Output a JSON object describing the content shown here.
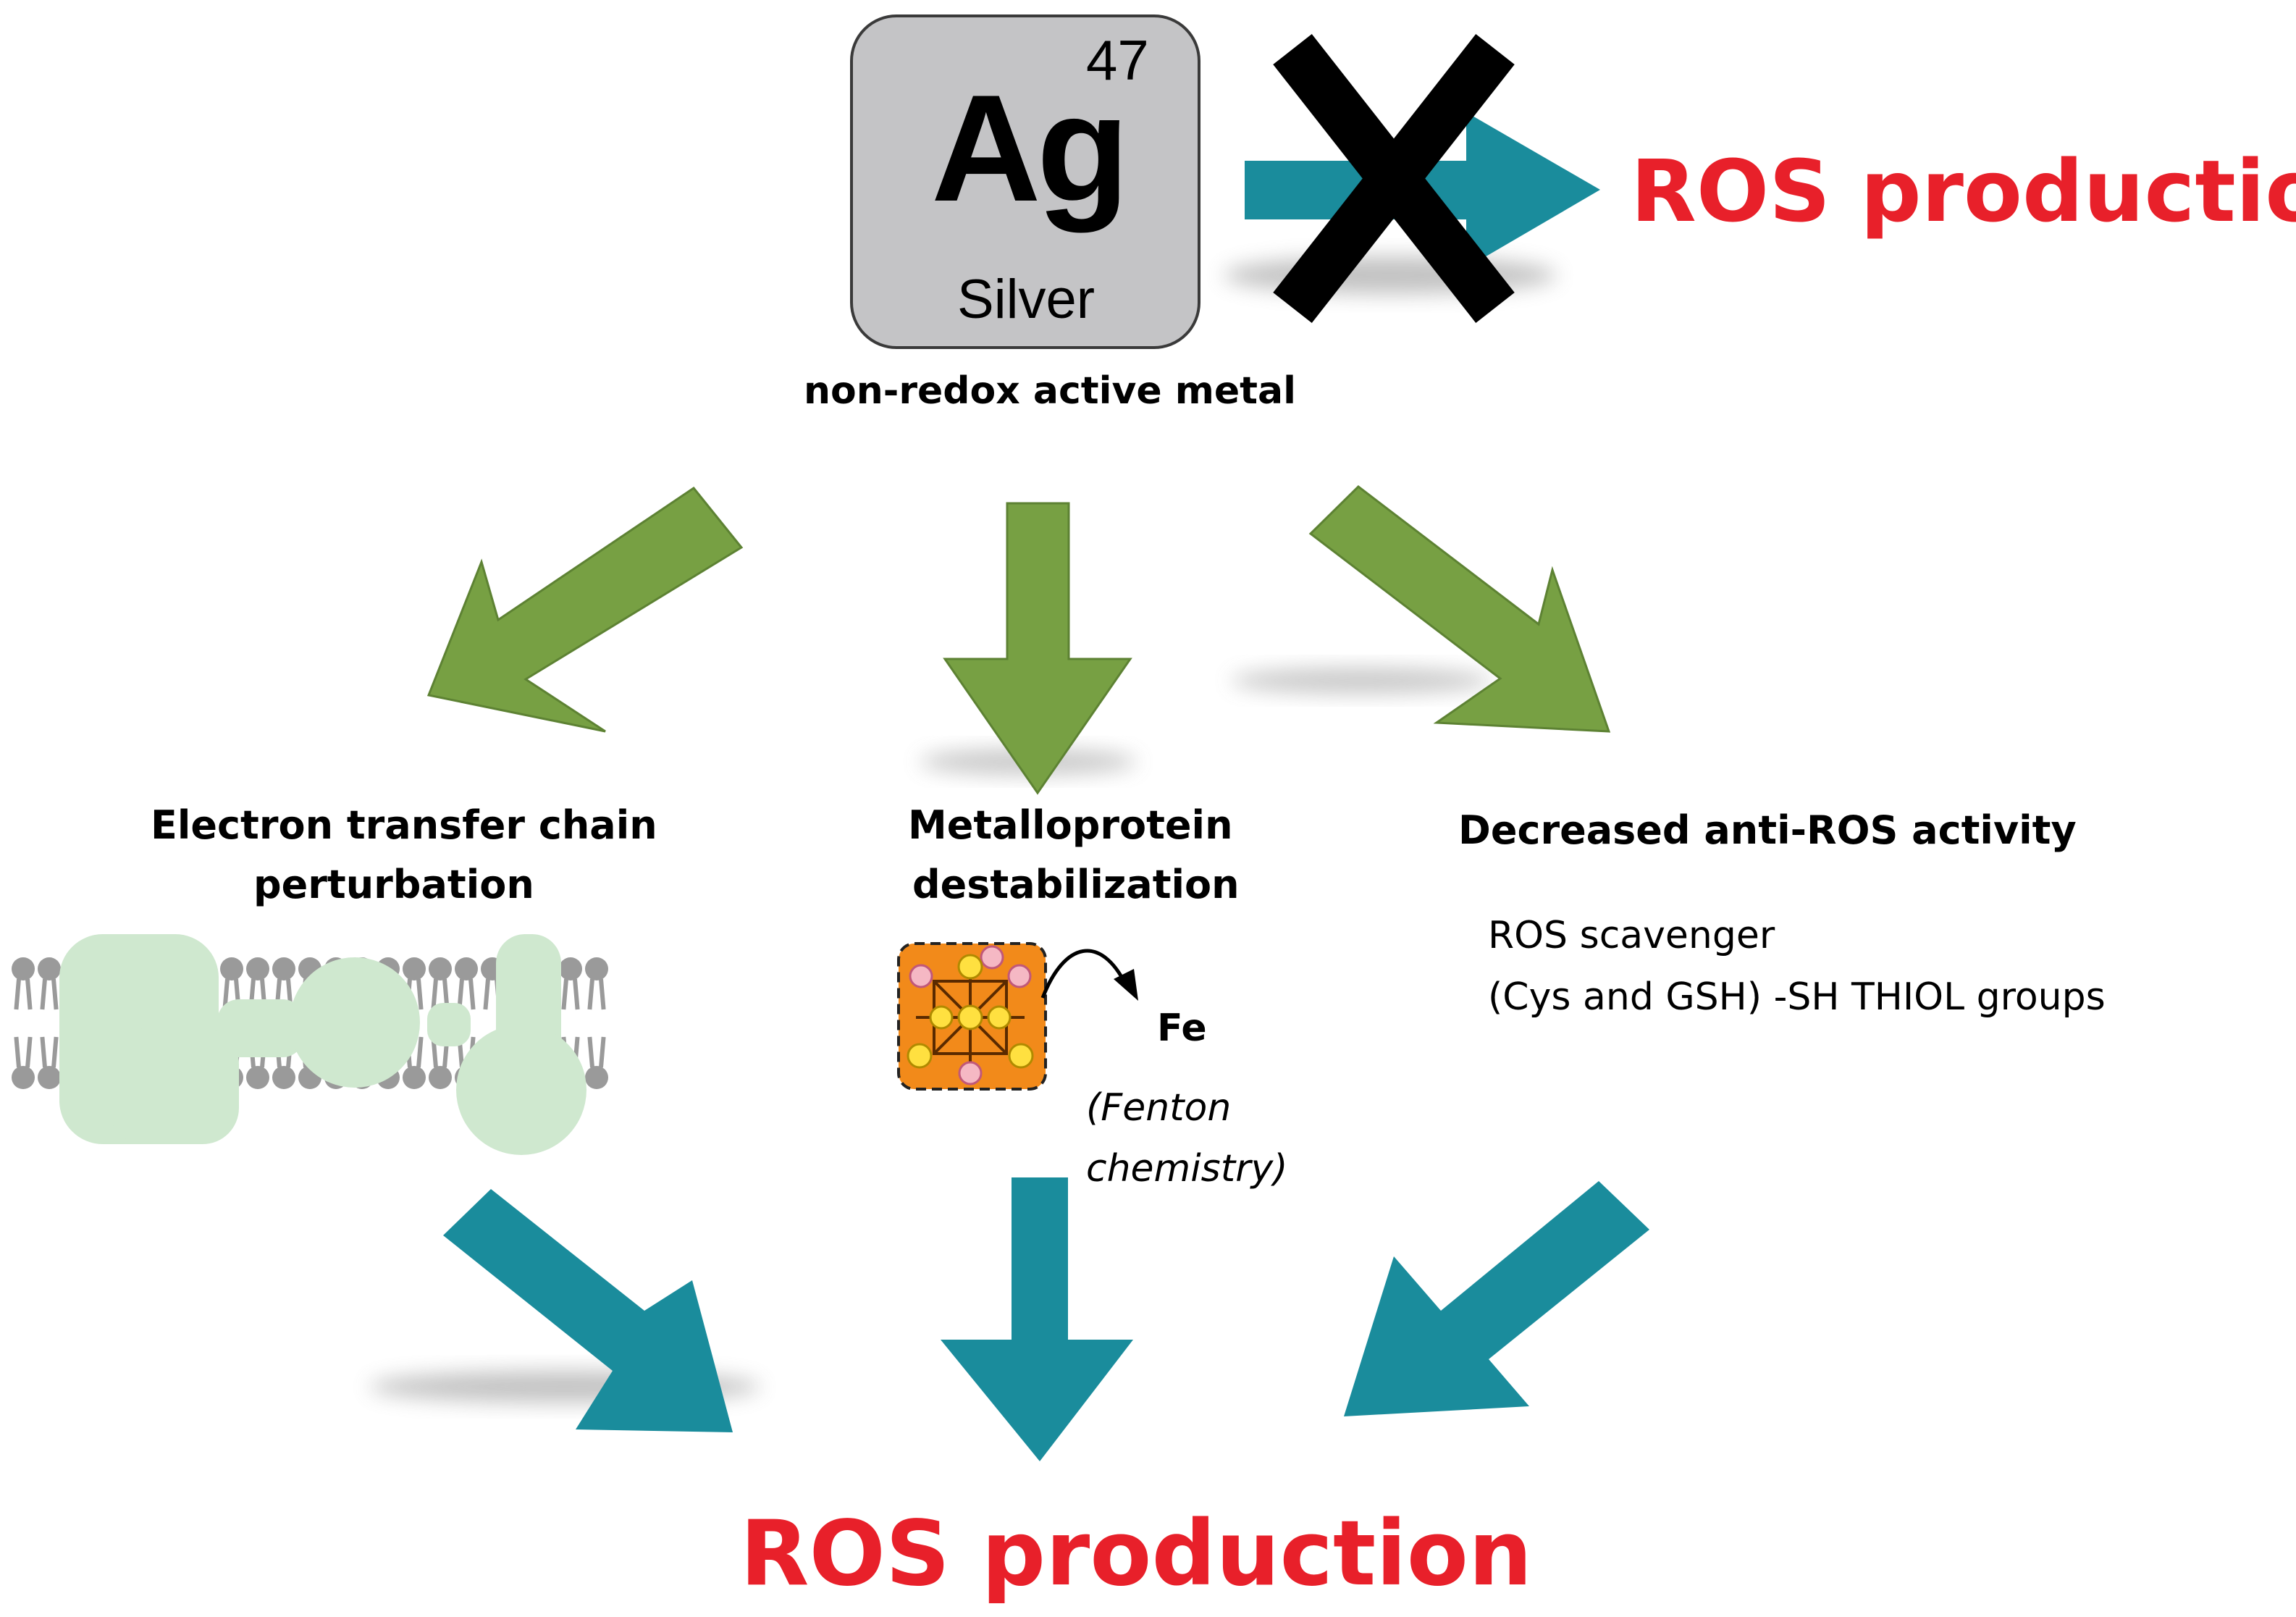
{
  "element": {
    "atomic_number": "47",
    "symbol": "Ag",
    "name": "Silver",
    "caption": "non-redox active metal"
  },
  "direct_outcome": {
    "label": "ROS production",
    "blocked": true
  },
  "mechanisms": [
    {
      "title_line1": "Electron transfer chain",
      "title_line2": "perturbation"
    },
    {
      "title_line1": "Metalloprotein",
      "title_line2": "destabilization",
      "released_ion": "Fe",
      "note_line1": "(Fenton",
      "note_line2": "chemistry)"
    },
    {
      "title": "Decreased anti-ROS activity",
      "detail_line1": "ROS scavenger",
      "detail_line2": "(Cys and GSH) -SH THIOL groups"
    }
  ],
  "final_outcome": {
    "label": "ROS production"
  },
  "colors": {
    "green_arrow": "#77a043",
    "teal_arrow": "#1a8c9c",
    "ros_text": "#e8202a",
    "element_box": "#c4c4c6",
    "membrane_protein": "#cfe8cf",
    "lipid": "#9a9a9a",
    "cluster_bg": "#f28a1a"
  }
}
